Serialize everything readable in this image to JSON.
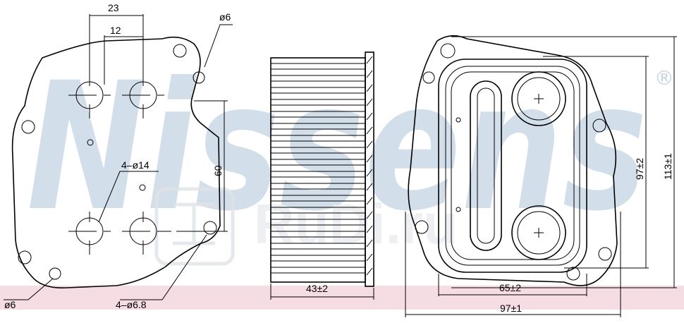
{
  "watermark": {
    "brand": "Nissens",
    "registered": "®",
    "ghost": "RuDi.ru",
    "brand_color": "#b8c9dc",
    "band_color": "#f6dde3"
  },
  "dimensions": {
    "front": {
      "d23": "23",
      "d12": "12",
      "d60": "60",
      "hole_top": "ø6",
      "holes_14": "4–ø14",
      "holes_6_8": "4–ø6.8",
      "hole_bottom": "ø6"
    },
    "side": {
      "width": "43±2"
    },
    "rear": {
      "h97": "97±2",
      "h113": "113±1",
      "w65": "65±2",
      "w97": "97±1"
    }
  }
}
